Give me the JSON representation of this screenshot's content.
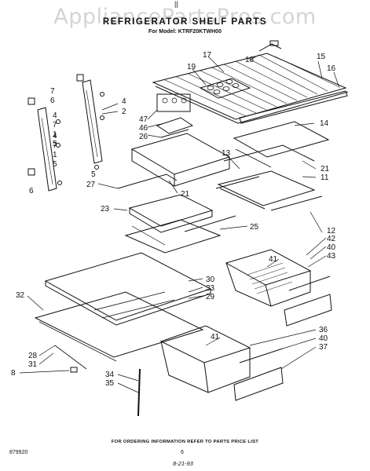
{
  "watermark": "AppliancePartsPros.com",
  "title": "REFRIGERATOR SHELF PARTS",
  "model": "For Model: KTRF20KTWH00",
  "top_mark": "||",
  "footer_note": "FOR ORDERING INFORMATION REFER TO PARTS PRICE LIST",
  "page_number": "6",
  "doc_number": "879920",
  "date_code": "8-21-93",
  "callouts": [
    {
      "id": "c17",
      "text": "17"
    },
    {
      "id": "c18",
      "text": "18"
    },
    {
      "id": "c15",
      "text": "15"
    },
    {
      "id": "c19",
      "text": "19"
    },
    {
      "id": "c16",
      "text": "16"
    },
    {
      "id": "c7a",
      "text": "7"
    },
    {
      "id": "c6a",
      "text": "6"
    },
    {
      "id": "c4a",
      "text": "4"
    },
    {
      "id": "c2",
      "text": "2"
    },
    {
      "id": "c47",
      "text": "47"
    },
    {
      "id": "c46",
      "text": "46"
    },
    {
      "id": "c26",
      "text": "26"
    },
    {
      "id": "c14",
      "text": "14"
    },
    {
      "id": "c4b",
      "text": "4"
    },
    {
      "id": "c7b",
      "text": "7"
    },
    {
      "id": "c1a",
      "text": "1"
    },
    {
      "id": "c5a",
      "text": "5"
    },
    {
      "id": "c4c",
      "text": "4"
    },
    {
      "id": "c7c",
      "text": "7"
    },
    {
      "id": "c1b",
      "text": "1"
    },
    {
      "id": "c5b",
      "text": "5"
    },
    {
      "id": "c13",
      "text": "13"
    },
    {
      "id": "c21a",
      "text": "21"
    },
    {
      "id": "c11",
      "text": "11"
    },
    {
      "id": "c5c",
      "text": "5"
    },
    {
      "id": "c27",
      "text": "27"
    },
    {
      "id": "c6b",
      "text": "6"
    },
    {
      "id": "c21b",
      "text": "21"
    },
    {
      "id": "c23",
      "text": "23"
    },
    {
      "id": "c25",
      "text": "25"
    },
    {
      "id": "c12",
      "text": "12"
    },
    {
      "id": "c42",
      "text": "42"
    },
    {
      "id": "c40a",
      "text": "40"
    },
    {
      "id": "c41a",
      "text": "41"
    },
    {
      "id": "c43",
      "text": "43"
    },
    {
      "id": "c30",
      "text": "30"
    },
    {
      "id": "c33",
      "text": "33"
    },
    {
      "id": "c29",
      "text": "29"
    },
    {
      "id": "c32",
      "text": "32"
    },
    {
      "id": "c28",
      "text": "28"
    },
    {
      "id": "c31",
      "text": "31"
    },
    {
      "id": "c8",
      "text": "8"
    },
    {
      "id": "c41b",
      "text": "41"
    },
    {
      "id": "c36",
      "text": "36"
    },
    {
      "id": "c40b",
      "text": "40"
    },
    {
      "id": "c37",
      "text": "37"
    },
    {
      "id": "c34",
      "text": "34"
    },
    {
      "id": "c35",
      "text": "35"
    }
  ]
}
